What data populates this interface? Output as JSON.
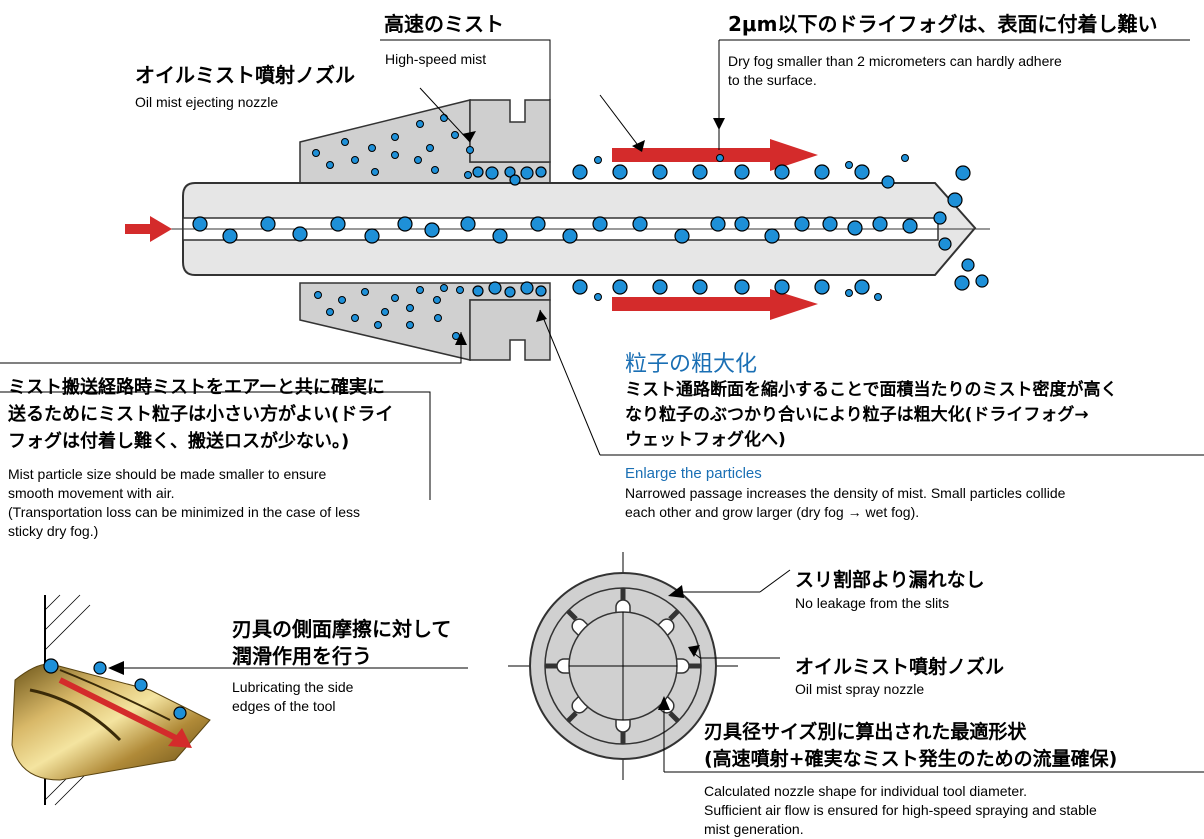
{
  "labels": {
    "high_speed_mist_jp": "高速のミスト",
    "high_speed_mist_en": "High-speed mist",
    "dry_fog_jp": "2μm以下のドライフォグは、表面に付着し難い",
    "dry_fog_en_1": "Dry fog smaller than 2 micrometers can hardly adhere",
    "dry_fog_en_2": "to the surface.",
    "nozzle_jp": "オイルミスト噴射ノズル",
    "nozzle_en": "Oil mist ejecting nozzle",
    "enlarge_jp": "粒子の粗大化",
    "enlarge_desc_jp_1": "ミスト通路断面を縮小することで面積当たりのミスト密度が高く",
    "enlarge_desc_jp_2": "なり粒子のぶつかり合いにより粒子は粗大化(ドライフォグ→",
    "enlarge_desc_jp_3": "ウェットフォグ化へ)",
    "enlarge_en": "Enlarge the particles",
    "enlarge_desc_en_1": "Narrowed passage increases the density of mist. Small particles collide",
    "enlarge_desc_en_2": "each other and grow larger (dry fog → wet fog).",
    "transport_jp_1": "ミスト搬送経路時ミストをエアーと共に確実に",
    "transport_jp_2": "送るためにミスト粒子は小さい方がよい(ドライ",
    "transport_jp_3": "フォグは付着し難く、搬送ロスが少ない。)",
    "transport_en_1": "Mist particle size should be made smaller to ensure",
    "transport_en_2": "smooth movement with air.",
    "transport_en_3": "(Transportation loss can be minimized in the case of less",
    "transport_en_4": "sticky dry fog.)",
    "lubricate_jp_1": "刃具の側面摩擦に対して",
    "lubricate_jp_2": "潤滑作用を行う",
    "lubricate_en_1": "Lubricating the side",
    "lubricate_en_2": "edges of the tool",
    "no_leak_jp": "スリ割部より漏れなし",
    "no_leak_en": "No leakage from the slits",
    "spray_nozzle_jp": "オイルミスト噴射ノズル",
    "spray_nozzle_en": "Oil mist spray nozzle",
    "optimal_jp_1": "刃具径サイズ別に算出された最適形状",
    "optimal_jp_2": "(高速噴射+確実なミスト発生のための流量確保)",
    "optimal_en_1": "Calculated nozzle shape for individual tool diameter.",
    "optimal_en_2": "Sufficient air flow is ensured for high-speed spraying and stable",
    "optimal_en_3": "mist generation."
  },
  "colors": {
    "particle": "#1e90d8",
    "arrow": "#d42b2b",
    "body_gray": "#d0d0d0",
    "heading_blue": "#1a6fb4"
  }
}
